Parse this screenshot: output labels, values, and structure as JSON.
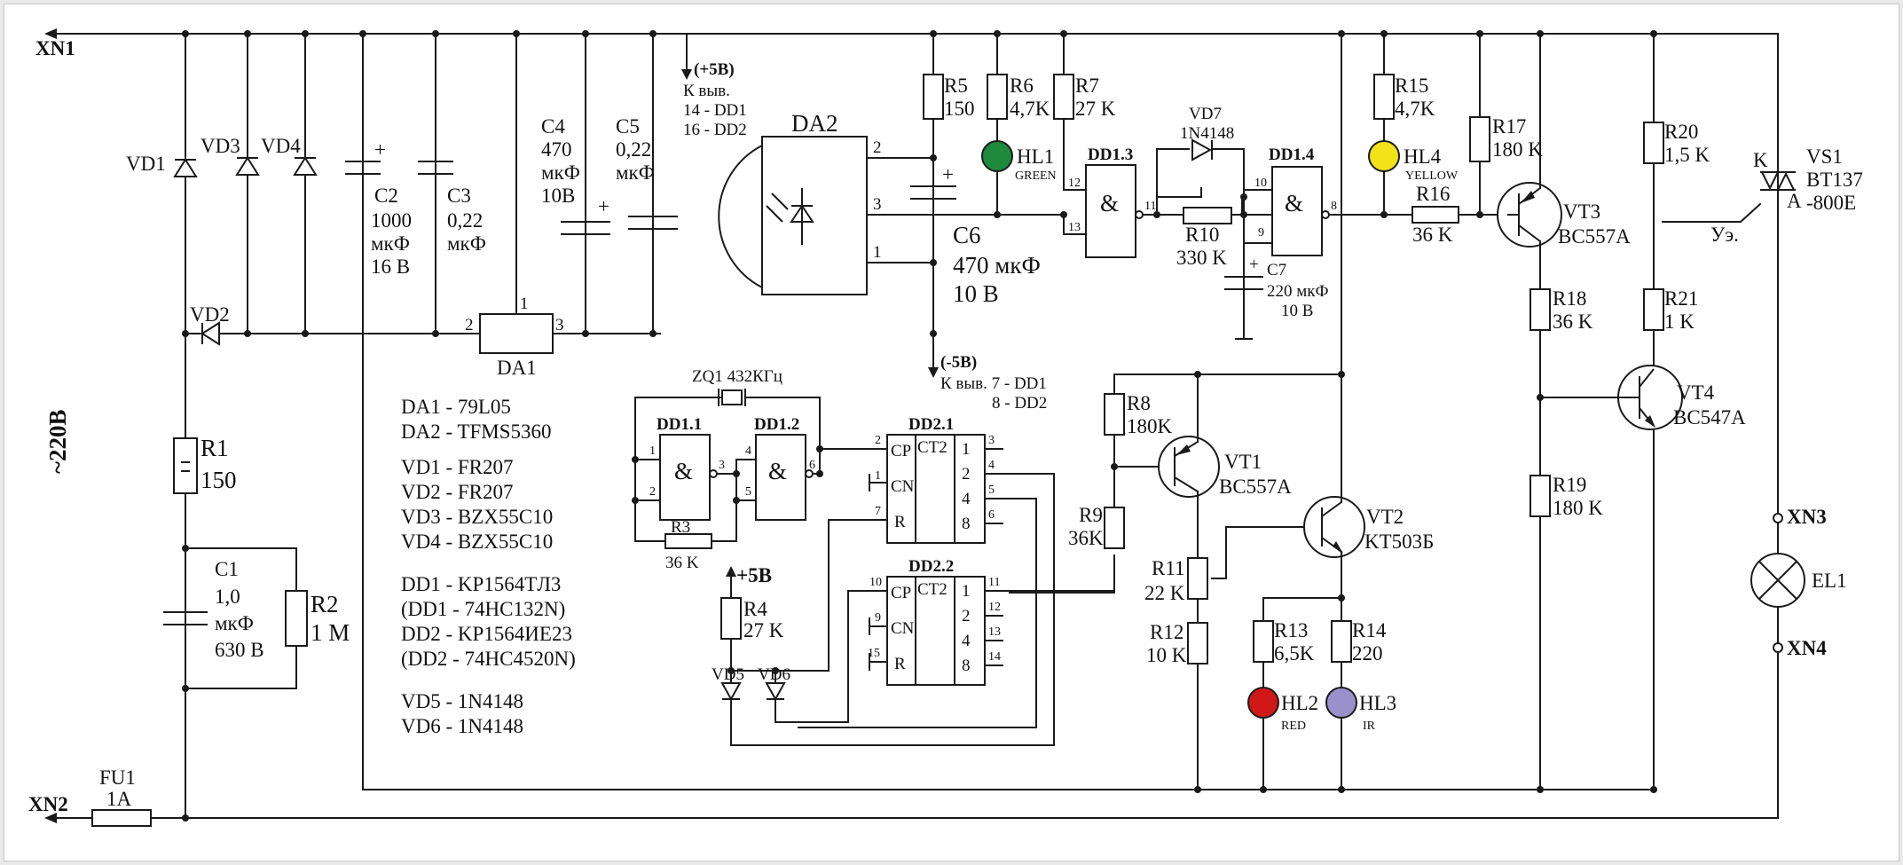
{
  "connectors": {
    "xn1": "XN1",
    "xn2": "XN2",
    "xn3": "XN3",
    "xn4": "XN4",
    "mains": "~220B"
  },
  "rails": {
    "plus5_note": [
      "(+5B)",
      "К выв.",
      "14 - DD1",
      "16 - DD2"
    ],
    "minus5_note": [
      "(-5B)",
      "К выв. 7 - DD1",
      "8 - DD2"
    ],
    "plus5_label": "+5B"
  },
  "fuse": {
    "ref": "FU1",
    "value": "1A"
  },
  "resistors": {
    "r1": {
      "ref": "R1",
      "value": "150"
    },
    "r2": {
      "ref": "R2",
      "value": "1 M"
    },
    "r3": {
      "ref": "R3",
      "value": "36 K"
    },
    "r4": {
      "ref": "R4",
      "value": "27 K"
    },
    "r5": {
      "ref": "R5",
      "value": "150"
    },
    "r6": {
      "ref": "R6",
      "value": "4,7K"
    },
    "r7": {
      "ref": "R7",
      "value": "27 K"
    },
    "r8": {
      "ref": "R8",
      "value": "180K"
    },
    "r9": {
      "ref": "R9",
      "value": "36K"
    },
    "r10": {
      "ref": "R10",
      "value": "330 K"
    },
    "r11": {
      "ref": "R11",
      "value": "22 K"
    },
    "r12": {
      "ref": "R12",
      "value": "10 K"
    },
    "r13": {
      "ref": "R13",
      "value": "6,5K"
    },
    "r14": {
      "ref": "R14",
      "value": "220"
    },
    "r15": {
      "ref": "R15",
      "value": "4,7K"
    },
    "r16": {
      "ref": "R16",
      "value": "36 K"
    },
    "r17": {
      "ref": "R17",
      "value": "180 K"
    },
    "r18": {
      "ref": "R18",
      "value": "36 K"
    },
    "r19": {
      "ref": "R19",
      "value": "180 K"
    },
    "r20": {
      "ref": "R20",
      "value": "1,5 K"
    },
    "r21": {
      "ref": "R21",
      "value": "1 K"
    }
  },
  "capacitors": {
    "c1": {
      "ref": "C1",
      "lines": [
        "1,0",
        "мкФ",
        "630 В"
      ]
    },
    "c2": {
      "ref": "C2",
      "lines": [
        "1000",
        "мкФ",
        "16 В"
      ]
    },
    "c3": {
      "ref": "C3",
      "lines": [
        "0,22",
        "мкФ"
      ]
    },
    "c4": {
      "ref": "C4",
      "lines": [
        "470",
        "мкФ",
        "10В"
      ]
    },
    "c5": {
      "ref": "C5",
      "lines": [
        "0,22",
        "мкФ"
      ]
    },
    "c6": {
      "ref": "C6",
      "lines": [
        "470 мкФ",
        "10 В"
      ]
    },
    "c7": {
      "ref": "C7",
      "lines": [
        "220 мкФ",
        "10 В"
      ]
    }
  },
  "diodes": {
    "vd1": "VD1",
    "vd2": "VD2",
    "vd3": "VD3",
    "vd4": "VD4",
    "vd5": "VD5",
    "vd6": "VD6",
    "vd7": "VD7",
    "vd7_type": "1N4148"
  },
  "leds": {
    "hl1": {
      "ref": "HL1",
      "color_name": "GREEN",
      "fill": "#1e8a3c"
    },
    "hl2": {
      "ref": "HL2",
      "color_name": "RED",
      "fill": "#d01818"
    },
    "hl3": {
      "ref": "HL3",
      "color_name": "IR",
      "fill": "#9a90cc"
    },
    "hl4": {
      "ref": "HL4",
      "color_name": "YELLOW",
      "fill": "#f2e21a"
    }
  },
  "transistors": {
    "vt1": {
      "ref": "VT1",
      "type": "BC557A"
    },
    "vt2": {
      "ref": "VT2",
      "type": "KT503Б"
    },
    "vt3": {
      "ref": "VT3",
      "type": "BC557A"
    },
    "vt4": {
      "ref": "VT4",
      "type": "BC547A"
    }
  },
  "triac": {
    "ref": "VS1",
    "type": "BT137",
    "type2": "-800E",
    "k": "K",
    "a": "A",
    "ue": "Уэ."
  },
  "lamp": {
    "ref": "EL1"
  },
  "ics": {
    "da1": "DA1",
    "da2": "DA2",
    "dd1_1": "DD1.1",
    "dd1_2": "DD1.2",
    "dd1_3": "DD1.3",
    "dd1_4": "DD1.4",
    "dd2_1": "DD2.1",
    "dd2_2": "DD2.2",
    "ct2": "CT2",
    "cp": "CP",
    "cn": "CN",
    "r": "R",
    "amp": "&",
    "quartz": "ZQ1  432КГц"
  },
  "pins": {
    "da1": [
      "1",
      "2",
      "3"
    ],
    "da2": [
      "2",
      "3",
      "1"
    ],
    "dd1_1": [
      "1",
      "2",
      "3"
    ],
    "dd1_2": [
      "4",
      "5",
      "6"
    ],
    "dd1_3": [
      "12",
      "13",
      "11"
    ],
    "dd1_4": [
      "10",
      "9",
      "8"
    ],
    "dd2_1_in": [
      "2",
      "1",
      "7"
    ],
    "dd2_1_out": [
      "3",
      "4",
      "5",
      "6"
    ],
    "dd2_2_in": [
      "10",
      "9",
      "15"
    ],
    "dd2_2_out": [
      "11",
      "12",
      "13",
      "14"
    ],
    "ct_out": [
      "1",
      "2",
      "4",
      "8"
    ]
  },
  "parts_list": [
    "DA1 - 79L05",
    "DA2 - TFMS5360",
    "",
    "VD1 - FR207",
    "VD2 - FR207",
    "VD3 - BZX55C10",
    "VD4 - BZX55C10",
    "",
    "DD1 - KP1564TЛ3",
    "(DD1 - 74HC132N)",
    "DD2 - KP1564ИЕ23",
    "(DD2 - 74HC4520N)",
    "",
    "VD5 - 1N4148",
    "VD6 - 1N4148"
  ]
}
